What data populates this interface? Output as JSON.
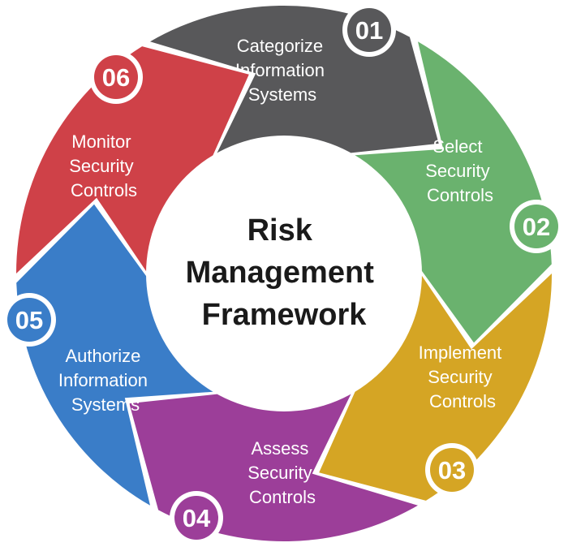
{
  "title_lines": [
    "Risk",
    "Management",
    "Framework"
  ],
  "steps": [
    {
      "number": "01",
      "label_lines": [
        "Categorize",
        "Information",
        "Systems"
      ],
      "color": "#58585a"
    },
    {
      "number": "02",
      "label_lines": [
        "Select",
        "Security",
        "Controls"
      ],
      "color": "#6ab26e"
    },
    {
      "number": "03",
      "label_lines": [
        "Implement",
        "Security",
        "Controls"
      ],
      "color": "#d5a524"
    },
    {
      "number": "04",
      "label_lines": [
        "Assess",
        "Security",
        "Controls"
      ],
      "color": "#9c3e99"
    },
    {
      "number": "05",
      "label_lines": [
        "Authorize",
        "Information",
        "Systems"
      ],
      "color": "#3a7dc8"
    },
    {
      "number": "06",
      "label_lines": [
        "Monitor",
        "Security",
        "Controls"
      ],
      "color": "#cf4148"
    }
  ]
}
